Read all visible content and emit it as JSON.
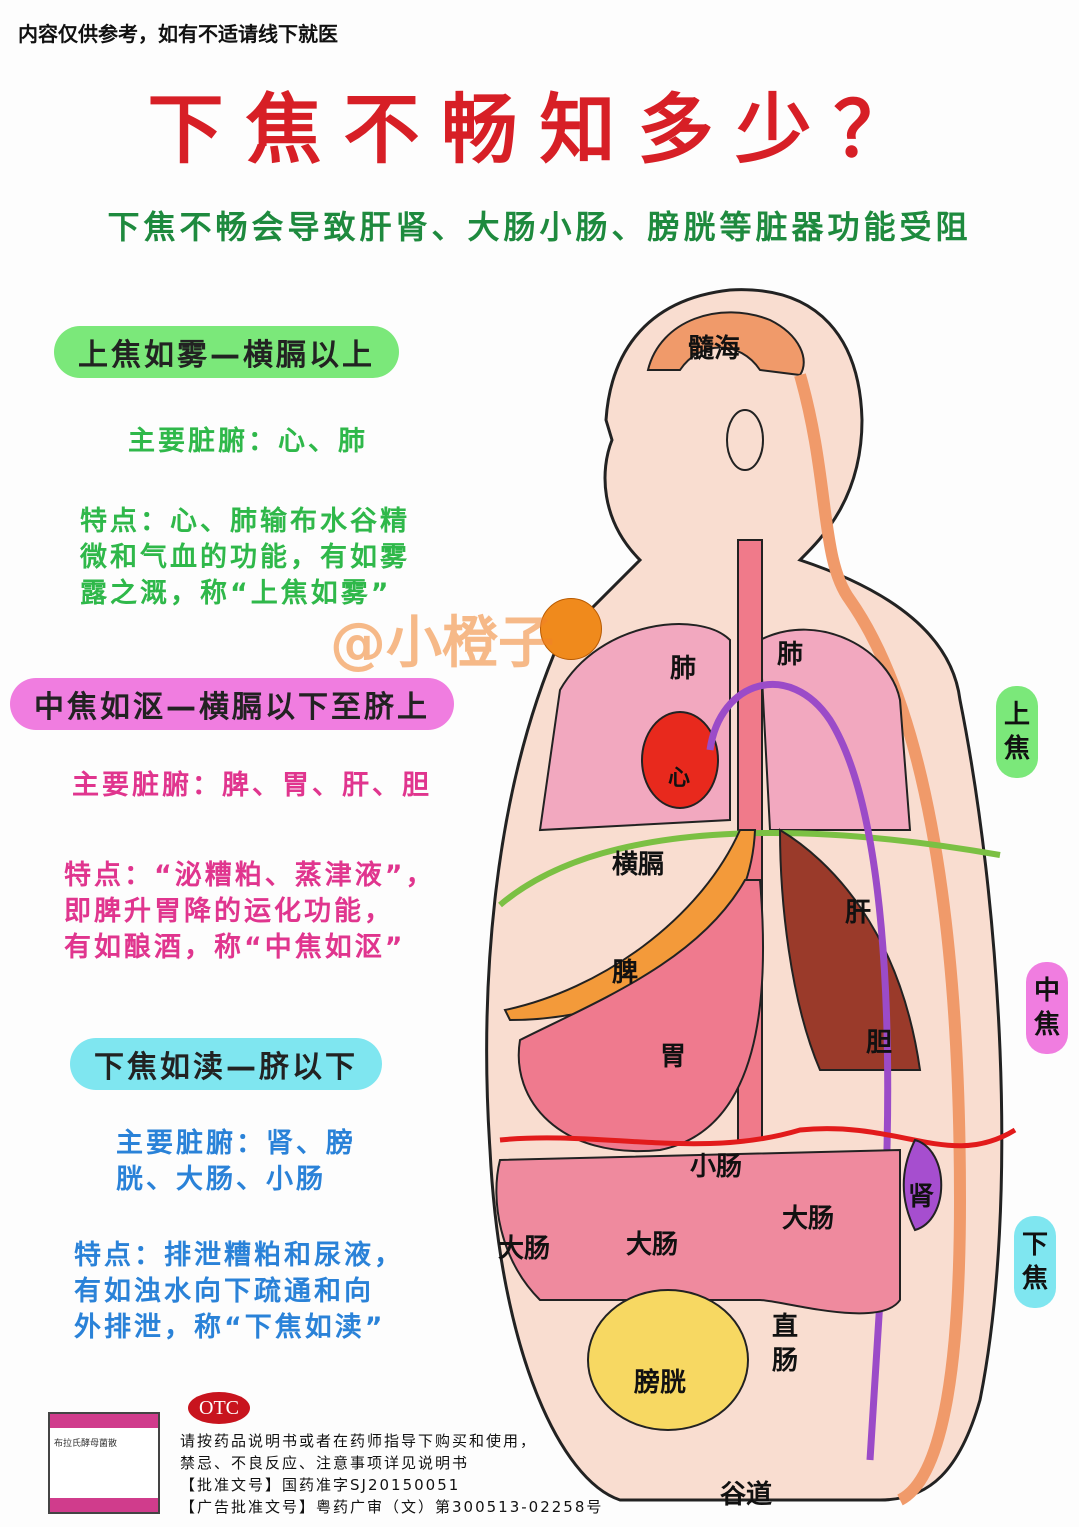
{
  "disclaimer": "内容仅供参考，如有不适请线下就医",
  "title": "下焦不畅知多少？",
  "subtitle": "下焦不畅会导致肝肾、大肠小肠、膀胱等脏器功能受阻",
  "sections": [
    {
      "heading": "上焦如雾—横膈以上",
      "organs": "主要脏腑：心、肺",
      "features": [
        "特点：心、肺输布水谷精",
        "微和气血的功能，有如雾",
        "露之溉，称“上焦如雾”"
      ],
      "color": "#7be87a"
    },
    {
      "heading": "中焦如沤—横膈以下至脐上",
      "organs": "主要脏腑：脾、胃、肝、胆",
      "features": [
        "特点：“泌糟粕、蒸津液”，",
        "即脾升胃降的运化功能，",
        "有如酿酒，称“中焦如沤”"
      ],
      "color": "#f07de0"
    },
    {
      "heading": "下焦如渎—脐以下",
      "organs": [
        "主要脏腑：肾、膀",
        "胱、大肠、小肠"
      ],
      "features": [
        "特点：排泄糟粕和尿液，",
        "有如浊水向下疏通和向",
        "外排泄，称“下焦如渎”"
      ],
      "color": "#7fe6f0"
    }
  ],
  "diagram_labels": {
    "marrow_sea": "髓海",
    "lung_left": "肺",
    "lung_right": "肺",
    "heart": "心",
    "diaphragm": "横膈",
    "liver": "肝",
    "spleen": "脾",
    "stomach": "胃",
    "gallbladder": "胆",
    "small_intestine": "小肠",
    "kidney": "肾",
    "large_intestine_1": "大肠",
    "large_intestine_2": "大肠",
    "large_intestine_3": "大肠",
    "rectum": "直肠",
    "bladder": "膀胱",
    "anus": "谷道"
  },
  "side_tags": [
    {
      "label": "上焦",
      "color": "#7be87a"
    },
    {
      "label": "中焦",
      "color": "#f07de0"
    },
    {
      "label": "下焦",
      "color": "#7fe6f0"
    }
  ],
  "watermark": "@小橙子",
  "product": {
    "name": "布拉氏酵母菌散",
    "badge": "OTC"
  },
  "legal": [
    "请按药品说明书或者在药师指导下购买和使用，",
    "禁忌、不良反应、注意事项详见说明书",
    "【批准文号】国药准字SJ20150051",
    "【广告批准文号】粤药广审（文）第300513-02258号"
  ]
}
